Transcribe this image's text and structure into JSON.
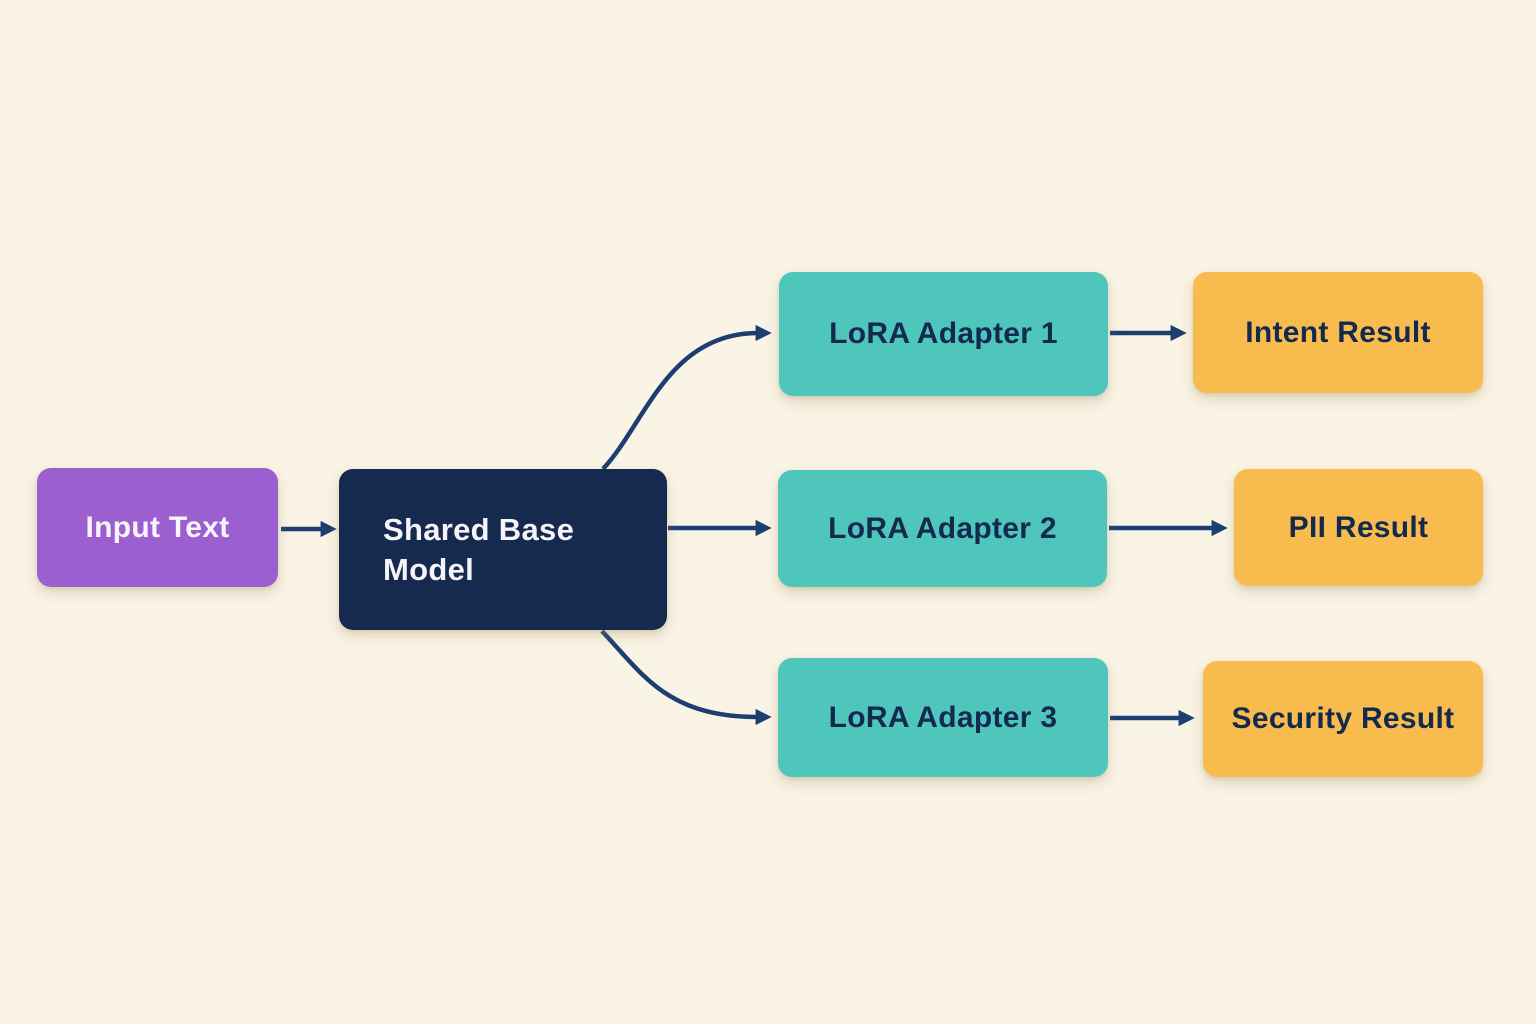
{
  "diagram": {
    "background_color": "#faf4e6",
    "arrow_color": "#1c3e70",
    "nodes": {
      "input": {
        "label": "Input Text",
        "fill": "#9c5fd0",
        "text_color": "#f8f4fc"
      },
      "base": {
        "label": "Shared Base Model",
        "fill": "#152a4e",
        "text_color": "#f6f4f8"
      },
      "adapter1": {
        "label": "LoRA Adapter 1",
        "fill": "#4fc6bc",
        "text_color": "#14294e"
      },
      "adapter2": {
        "label": "LoRA Adapter 2",
        "fill": "#4fc6bc",
        "text_color": "#14294e"
      },
      "adapter3": {
        "label": "LoRA Adapter 3",
        "fill": "#4fc6bc",
        "text_color": "#14294e"
      },
      "intent": {
        "label": "Intent Result",
        "fill": "#f8bc4e",
        "text_color": "#14294e"
      },
      "pii": {
        "label": "PII Result",
        "fill": "#f8bc4e",
        "text_color": "#14294e"
      },
      "security": {
        "label": "Security Result",
        "fill": "#f8bc4e",
        "text_color": "#14294e"
      }
    },
    "edges": [
      {
        "from": "input",
        "to": "base"
      },
      {
        "from": "base",
        "to": "adapter1"
      },
      {
        "from": "base",
        "to": "adapter2"
      },
      {
        "from": "base",
        "to": "adapter3"
      },
      {
        "from": "adapter1",
        "to": "intent"
      },
      {
        "from": "adapter2",
        "to": "pii"
      },
      {
        "from": "adapter3",
        "to": "security"
      }
    ]
  }
}
